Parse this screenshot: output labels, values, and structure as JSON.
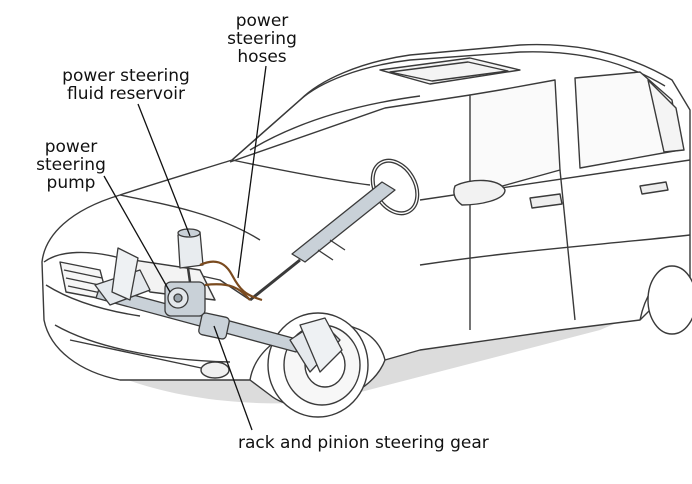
{
  "labels": {
    "hoses": "power\nsteering\nhoses",
    "reservoir": "power steering\nfluid reservoir",
    "pump": "power\nsteering\npump",
    "gear": "rack and pinion steering gear"
  },
  "colors": {
    "outline": "#3a3a3a",
    "shadow": "#d9d9d9",
    "component_fill": "#c9d1d8",
    "hose": "#7a4a1e"
  }
}
